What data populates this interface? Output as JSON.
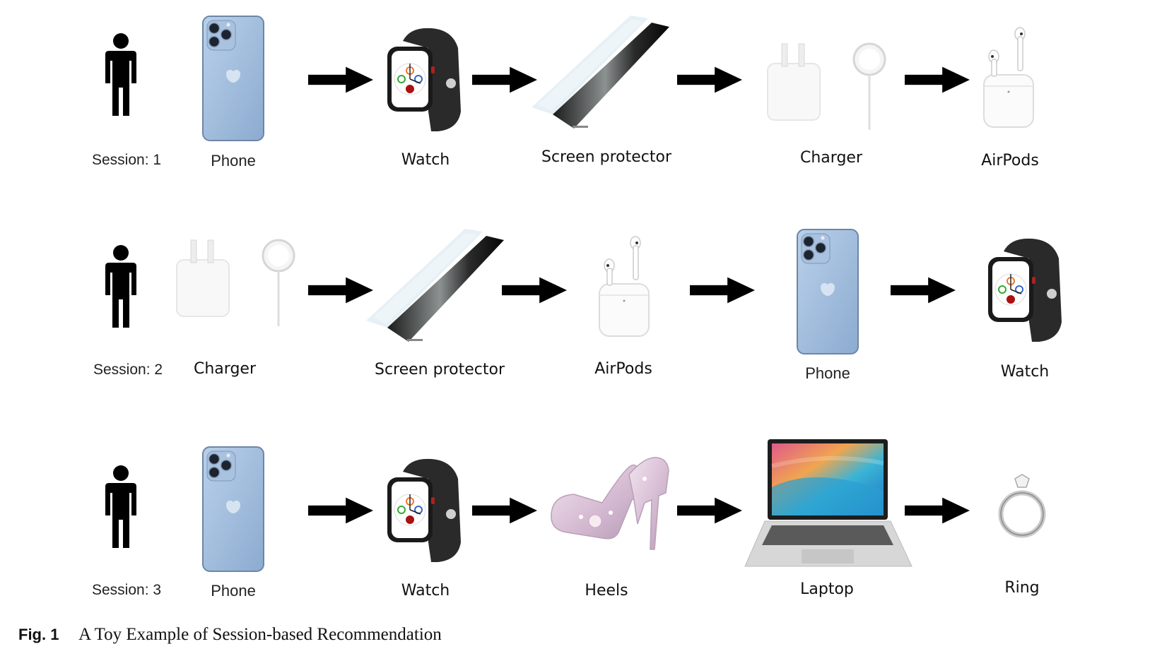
{
  "sessions": [
    {
      "label": "Session: 1",
      "items": [
        "Phone",
        "Watch",
        "Screen protector",
        "Charger",
        "AirPods"
      ]
    },
    {
      "label": "Session: 2",
      "items": [
        "Charger",
        "Screen protector",
        "AirPods",
        "Phone",
        "Watch"
      ]
    },
    {
      "label": "Session: 3",
      "items": [
        "Phone",
        "Watch",
        "Heels",
        "Laptop",
        "Ring"
      ]
    }
  ],
  "caption": {
    "number": "Fig. 1",
    "text": "A Toy Example of Session-based Recommendation"
  },
  "icons": {
    "user": "person-icon",
    "phone": "phone-icon",
    "watch": "watch-icon",
    "screen_protector": "screen-protector-icon",
    "charger": "charger-icon",
    "airpods": "airpods-icon",
    "heels": "heels-icon",
    "laptop": "laptop-icon",
    "ring": "ring-icon",
    "arrow": "arrow-right-icon"
  },
  "colors": {
    "phone_body": "#9bb9db",
    "watch_band": "#2a2a2a",
    "arrow": "#000000"
  }
}
